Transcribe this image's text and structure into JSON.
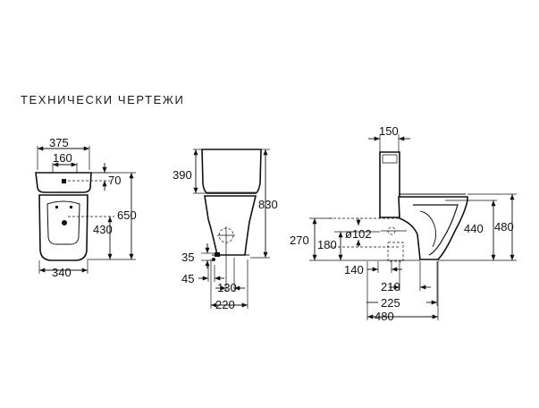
{
  "title": "ТЕХНИЧЕСКИ ЧЕРТЕЖИ",
  "front_view": {
    "dim_375": "375",
    "dim_160": "160",
    "dim_70": "70",
    "dim_650": "650",
    "dim_430": "430",
    "dim_340": "340"
  },
  "back_view": {
    "dim_390": "390",
    "dim_830": "830",
    "dim_35": "35",
    "dim_45": "45",
    "dim_130": "130",
    "dim_220": "220"
  },
  "side_view": {
    "dim_150": "150",
    "dim_270": "270",
    "dim_180": "180",
    "dim_d102": "ø102",
    "dim_440": "440",
    "dim_480_right": "480",
    "dim_140": "140",
    "dim_210": "210",
    "dim_225": "225",
    "dim_480_bottom": "480"
  }
}
